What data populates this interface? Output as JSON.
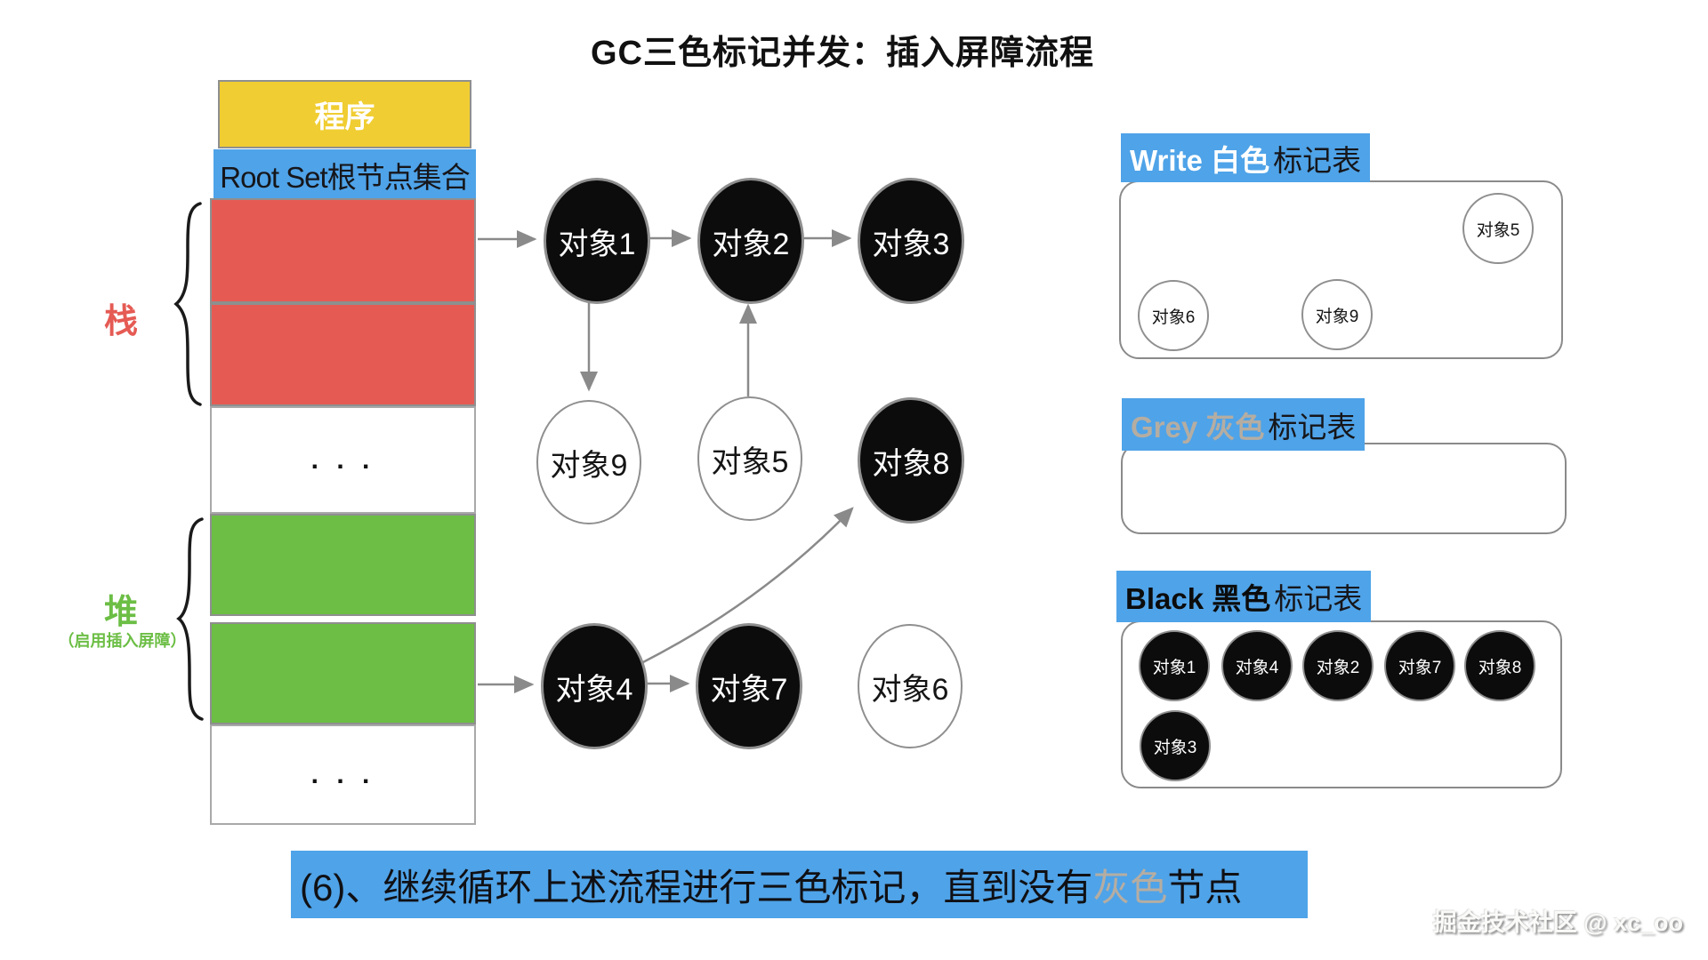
{
  "title": "GC三色标记并发：插入屏障流程",
  "memory": {
    "program": "程序",
    "root_set": "Root Set根节点集合",
    "stack_label": "栈",
    "heap_label": "堆",
    "heap_note": "（启用插入屏障）",
    "ellipsis": ". . ."
  },
  "graph": {
    "nodes": [
      {
        "id": "obj1",
        "label": "对象1",
        "color": "black"
      },
      {
        "id": "obj2",
        "label": "对象2",
        "color": "black"
      },
      {
        "id": "obj3",
        "label": "对象3",
        "color": "black"
      },
      {
        "id": "obj9",
        "label": "对象9",
        "color": "white"
      },
      {
        "id": "obj5",
        "label": "对象5",
        "color": "white"
      },
      {
        "id": "obj8",
        "label": "对象8",
        "color": "black"
      },
      {
        "id": "obj4",
        "label": "对象4",
        "color": "black"
      },
      {
        "id": "obj7",
        "label": "对象7",
        "color": "black"
      },
      {
        "id": "obj6",
        "label": "对象6",
        "color": "white"
      }
    ],
    "edges": [
      {
        "from": "root-set",
        "to": "obj1"
      },
      {
        "from": "obj1",
        "to": "obj2"
      },
      {
        "from": "obj2",
        "to": "obj3"
      },
      {
        "from": "obj1",
        "to": "obj9"
      },
      {
        "from": "obj5",
        "to": "obj2"
      },
      {
        "from": "heap",
        "to": "obj4"
      },
      {
        "from": "obj4",
        "to": "obj7"
      },
      {
        "from": "obj4",
        "to": "obj8"
      }
    ]
  },
  "tables": {
    "white": {
      "title_en": "Write 白色",
      "title_zh": "标记表",
      "items": [
        "对象5",
        "对象6",
        "对象9"
      ]
    },
    "grey": {
      "title_en": "Grey 灰色",
      "title_zh": "标记表",
      "items": []
    },
    "black": {
      "title_en": "Black 黑色",
      "title_zh": "标记表",
      "items": [
        "对象1",
        "对象4",
        "对象2",
        "对象7",
        "对象8",
        "对象3"
      ]
    }
  },
  "caption": {
    "prefix": "(6)、继续循环上述流程进行三色标记，直到没有",
    "highlight": "灰色",
    "suffix": "节点"
  },
  "watermark": "掘金技术社区 @ xc_oo",
  "colors": {
    "accent_blue": "#4FA3E8",
    "box_red": "#E55B54",
    "box_green": "#6CBE45",
    "box_yellow": "#F0CD32",
    "grey_text": "#B5ADA2",
    "arrow_grey": "#8A8A8A"
  }
}
